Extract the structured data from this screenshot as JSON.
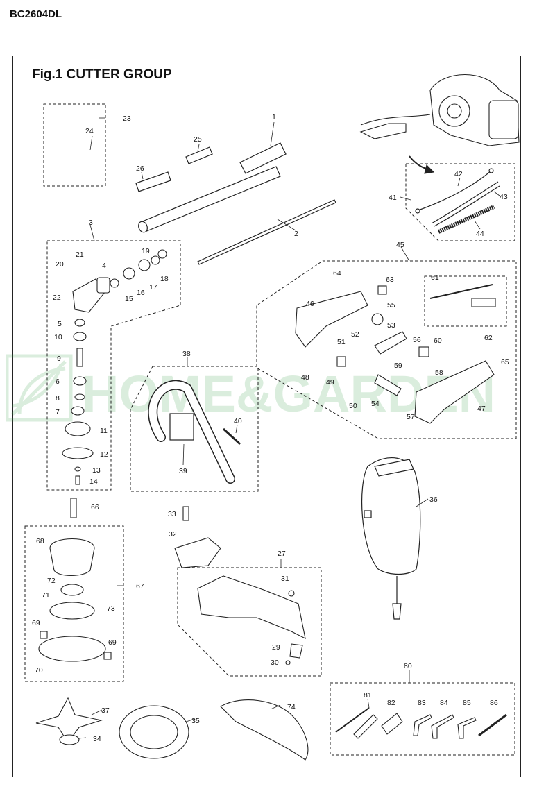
{
  "model_code": "BC2604DL",
  "figure_title": "Fig.1  CUTTER GROUP",
  "watermark_text": "HOME&GARDEN",
  "watermark_color": "#3aa14a",
  "part_numbers": [
    "1",
    "2",
    "3",
    "4",
    "5",
    "6",
    "7",
    "8",
    "9",
    "10",
    "11",
    "12",
    "13",
    "14",
    "15",
    "16",
    "17",
    "18",
    "19",
    "20",
    "21",
    "22",
    "23",
    "24",
    "25",
    "26",
    "27",
    "29",
    "30",
    "31",
    "32",
    "33",
    "34",
    "35",
    "36",
    "37",
    "38",
    "39",
    "40",
    "41",
    "42",
    "43",
    "44",
    "45",
    "46",
    "47",
    "48",
    "49",
    "50",
    "51",
    "52",
    "53",
    "54",
    "55",
    "56",
    "57",
    "58",
    "59",
    "60",
    "61",
    "62",
    "63",
    "64",
    "65",
    "66",
    "67",
    "68",
    "69",
    "70",
    "71",
    "72",
    "73",
    "74",
    "80",
    "81",
    "82",
    "83",
    "84",
    "85",
    "86"
  ]
}
